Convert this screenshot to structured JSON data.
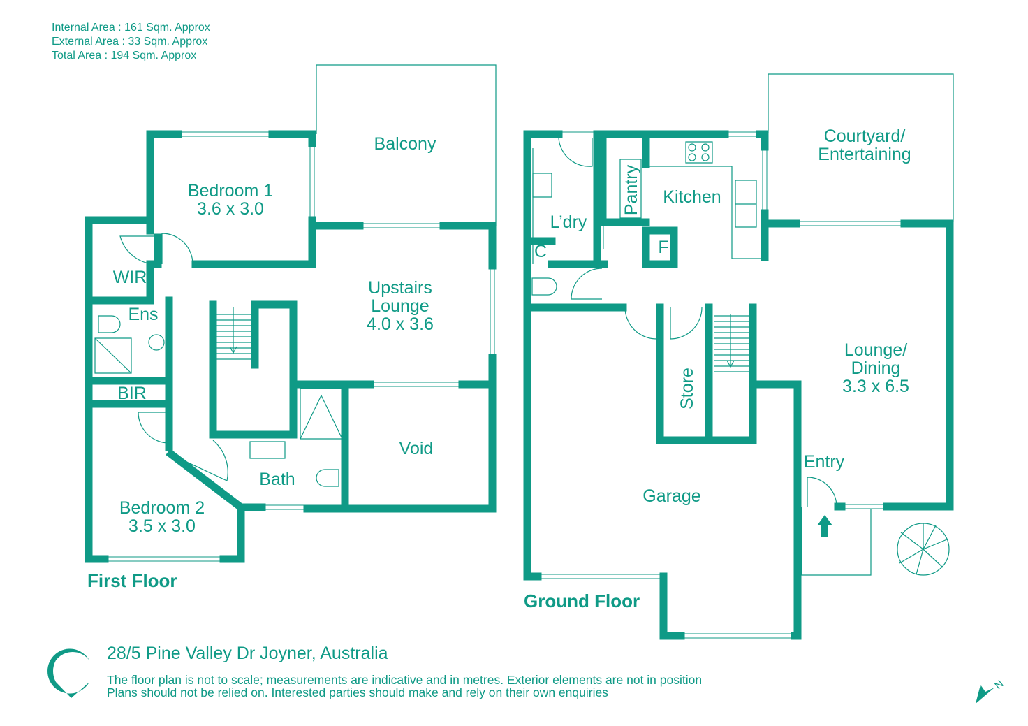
{
  "areas": {
    "internal": "Internal Area : 161 Sqm. Approx",
    "external": "External Area : 33 Sqm. Approx",
    "total": "Total Area : 194 Sqm. Approx"
  },
  "first_floor": {
    "label": "First Floor",
    "rooms": {
      "bedroom1_name": "Bedroom 1",
      "bedroom1_size": "3.6 x 3.0",
      "balcony": "Balcony",
      "upstairs_lounge_line1": "Upstairs",
      "upstairs_lounge_line2": "Lounge",
      "upstairs_lounge_size": "4.0 x 3.6",
      "wir": "WIR",
      "ens": "Ens",
      "bir": "BIR",
      "bath": "Bath",
      "void": "Void",
      "bedroom2_name": "Bedroom 2",
      "bedroom2_size": "3.5 x 3.0"
    }
  },
  "ground_floor": {
    "label": "Ground Floor",
    "rooms": {
      "courtyard_line1": "Courtyard/",
      "courtyard_line2": "Entertaining",
      "kitchen": "Kitchen",
      "pantry": "Pantry",
      "laundry": "L’dry",
      "cupboard": "C",
      "fridge": "F",
      "lounge_line1": "Lounge/",
      "lounge_line2": "Dining",
      "lounge_size": "3.3 x 6.5",
      "store": "Store",
      "entry": "Entry",
      "garage": "Garage"
    }
  },
  "footer": {
    "address": "28/5 Pine Valley Dr Joyner, Australia",
    "disclaimer_line1": "The floor plan is not to scale; measurements are indicative and in metres. Exterior elements are not in position",
    "disclaimer_line2": "Plans should not be relied on. Interested parties should make and rely on their own enquiries"
  },
  "compass": {
    "label": "N"
  },
  "colors": {
    "accent": "#0f9a86",
    "background": "#ffffff"
  }
}
